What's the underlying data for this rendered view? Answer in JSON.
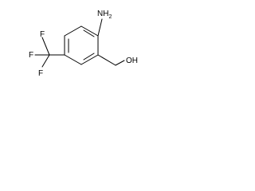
{
  "atoms": {
    "amine": "NH2",
    "amine_base": "NH",
    "amine_subscript": "2",
    "hydroxyl": "OH",
    "fluorine": "F"
  }
}
